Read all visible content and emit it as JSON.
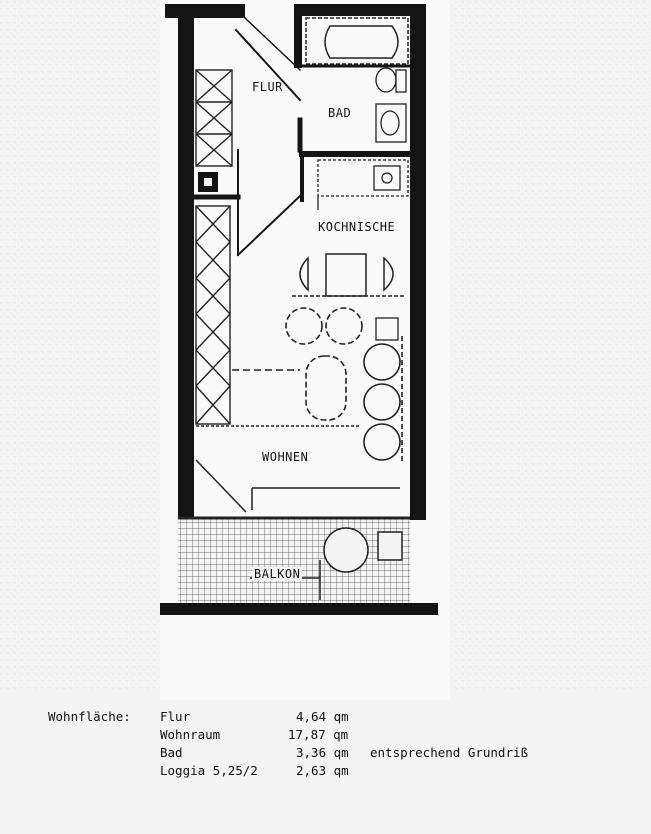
{
  "rooms": {
    "flur": "FLUR",
    "bad": "BAD",
    "kochnische": "KOCHNISCHE",
    "wohnen": "WOHNEN",
    "balkon": "BALKON"
  },
  "areas": {
    "heading": "Wohnfläche:",
    "rows": [
      {
        "name": "Flur",
        "value": "4,64 qm",
        "note": ""
      },
      {
        "name": "Wohnraum",
        "value": "17,87 qm",
        "note": ""
      },
      {
        "name": "Bad",
        "value": "3,36 qm",
        "note": "entsprechend Grundriß"
      },
      {
        "name": "Loggia 5,25/2",
        "value": "2,63 qm",
        "note": ""
      }
    ]
  }
}
